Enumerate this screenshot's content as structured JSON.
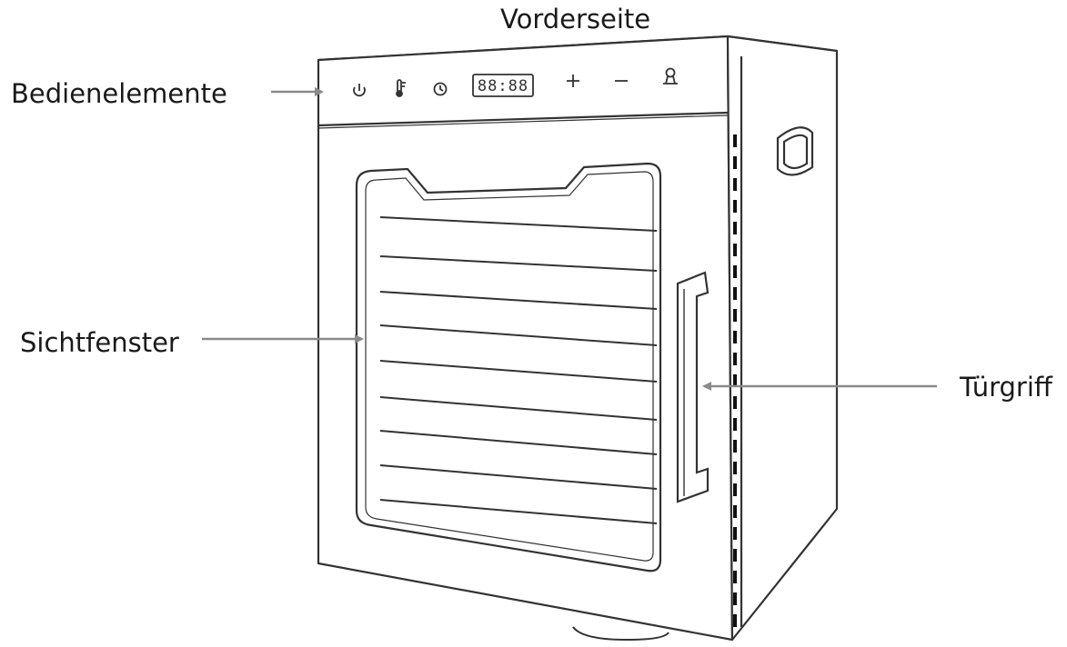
{
  "labels": {
    "front": "Vorderseite",
    "controls": "Bedienelemente",
    "window": "Sichtfenster",
    "handle": "Türgriff"
  },
  "display": {
    "digits": "88:88"
  },
  "control_icons": [
    "power-icon",
    "temperature-icon",
    "timer-icon",
    "display",
    "plus-icon",
    "minus-icon",
    "light-icon"
  ],
  "colors": {
    "outline": "#333333",
    "arrow": "#8a8a8a"
  }
}
